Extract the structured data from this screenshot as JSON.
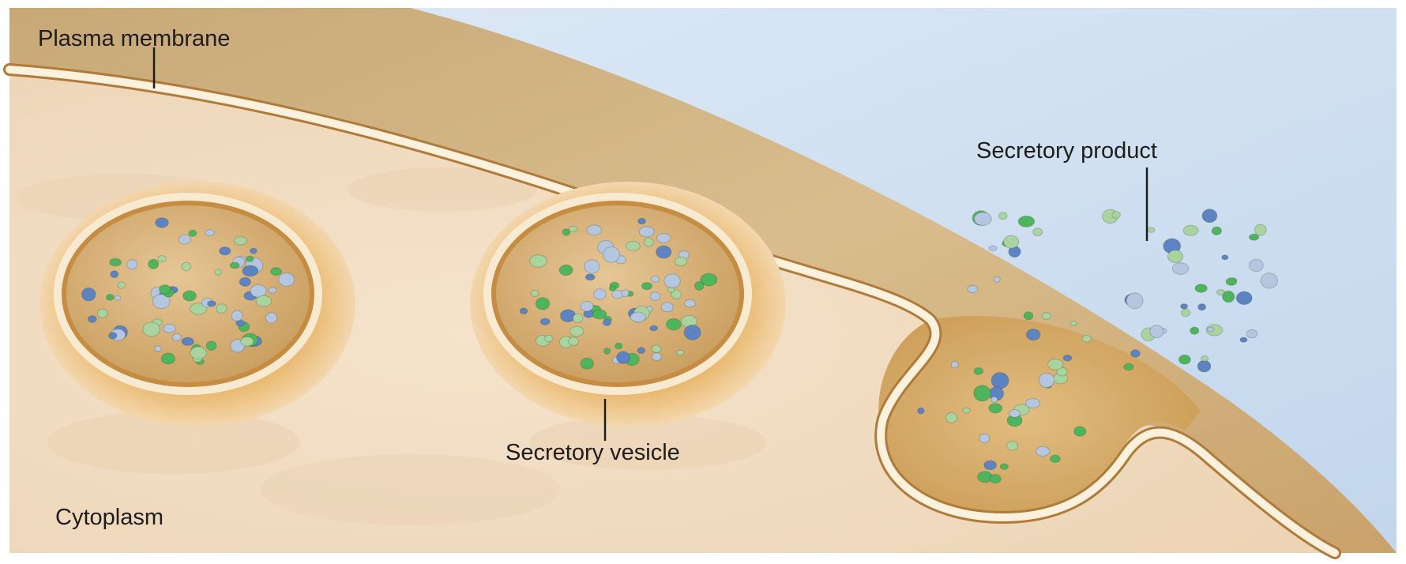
{
  "labels": {
    "plasma_membrane": "Plasma membrane",
    "secretory_product": "Secretory product",
    "secretory_vesicle": "Secretory vesicle",
    "cytoplasm": "Cytoplasm"
  },
  "colors": {
    "extracellular": "#cfe0f0",
    "cell_wall": "#cdae7c",
    "cytoplasm": "#f2ddc3",
    "membrane": "#fbf1dc",
    "vesicle_halo": "#e5b464",
    "vesicle_lumen": "#d8b580",
    "granule_green": "#4fb55c",
    "granule_blue": "#5d83c2",
    "granule_pale": "#b5c6e0",
    "granule_mint": "#a9d4a0"
  }
}
